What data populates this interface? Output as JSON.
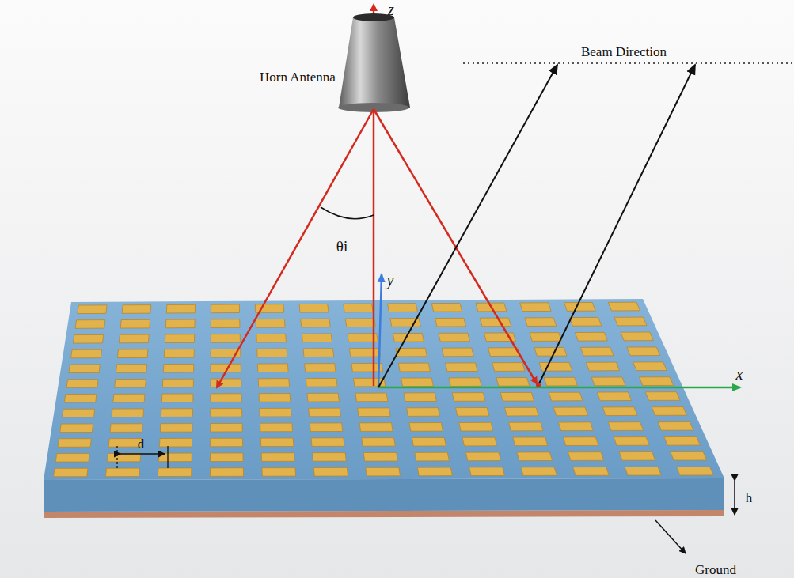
{
  "diagram": {
    "labels": [
      "z",
      "Horn Antenna",
      "Beam Direction",
      "θi",
      "y",
      "x",
      "d",
      "h",
      "Ground"
    ]
  }
}
